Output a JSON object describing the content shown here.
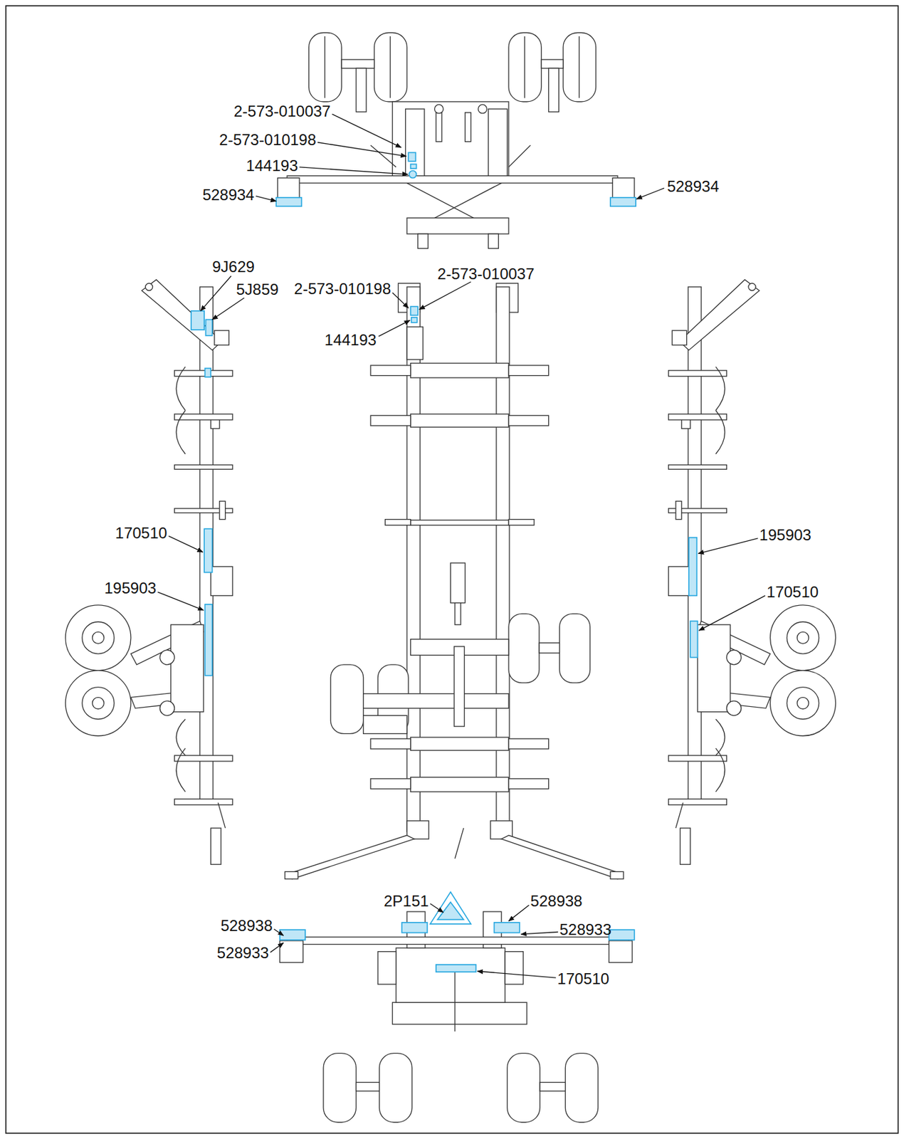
{
  "diagram": {
    "labels": [
      "2-573-010037",
      "2-573-010198",
      "144193",
      "528934",
      "528934",
      "9J629",
      "5J859",
      "2-573-010198",
      "2-573-010037",
      "144193",
      "170510",
      "195903",
      "195903",
      "170510",
      "2P151",
      "528938",
      "528938",
      "528933",
      "528933",
      "170510"
    ]
  }
}
